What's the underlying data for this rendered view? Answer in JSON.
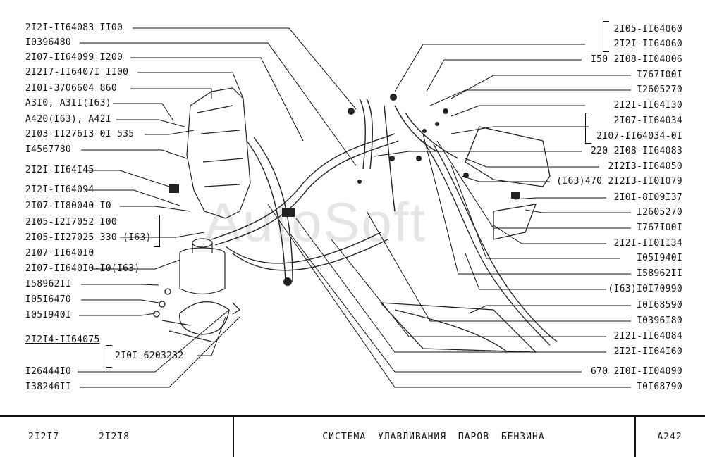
{
  "labels_left": [
    "2I2I-II64083 II00",
    "I0396480",
    "2I07-II64099 I200",
    "2I2I7-II6407I II00",
    "2I0I-3706604 860",
    "A3I0, A3II(I63)",
    "A420(I63), A42I",
    "2I03-II276I3-0I 535",
    "I4567780",
    "2I2I-II64I45",
    "2I2I-II64094",
    "2I07-II80040-I0",
    "2I05-I2I7052 I00",
    "2I05-II27025 330 (I63)",
    "2I07-II640I0",
    "2I07-II640I0-I0(I63)",
    "I58962II",
    "I05I6470",
    "I05I940I",
    "2I2I4-II64075",
    "2I0I-6203232",
    "I26444I0",
    "I38246II"
  ],
  "labels_right": [
    "2I05-II64060",
    "2I2I-II64060",
    "I50 2I08-II04006",
    "I767I00I",
    "I2605270",
    "2I2I-II64I30",
    "2I07-II64034",
    "2I07-II64034-0I",
    "220 2I08-II64083",
    "2I2I3-II64050",
    "(I63)470 2I2I3-II0I079",
    "2I0I-8I09I37",
    "I2605270",
    "I767I00I",
    "2I2I-II0II34",
    "I05I940I",
    "I58962II",
    "(I63)I0I70990",
    "I0I68590",
    "I0396I80",
    "2I2I-II64084",
    "2I2I-II64I60",
    "670 2I0I-II04090",
    "I0I68790"
  ],
  "watermark": "AutoSoft",
  "footer": {
    "model_a": "2I2I7",
    "model_b": "2I2I8",
    "title": "СИСТЕМА УЛАВЛИВАНИЯ ПАРОВ БЕНЗИНА",
    "page": "A242"
  }
}
